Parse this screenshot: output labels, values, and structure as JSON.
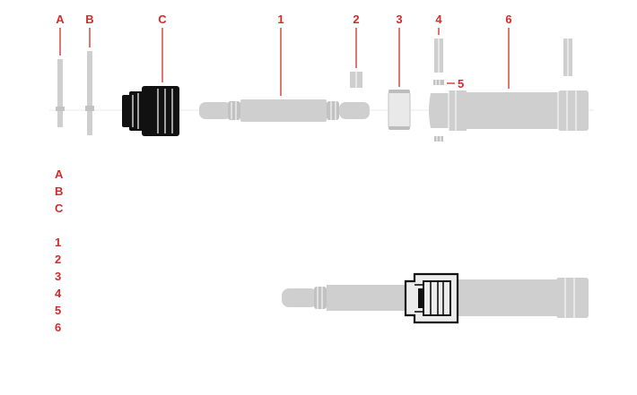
{
  "callouts": {
    "A": "A",
    "B": "B",
    "C": "C",
    "p1": "1",
    "p2": "2",
    "p3": "3",
    "p4": "4",
    "p5": "5",
    "p6": "6"
  },
  "legend": {
    "letters": [
      "A",
      "B",
      "C"
    ],
    "numbers": [
      "1",
      "2",
      "3",
      "4",
      "5",
      "6"
    ]
  },
  "colors": {
    "label_red": "#d42a2a",
    "part_gray": "#cfcfcf",
    "part_black": "#111111",
    "background": "#ffffff"
  }
}
